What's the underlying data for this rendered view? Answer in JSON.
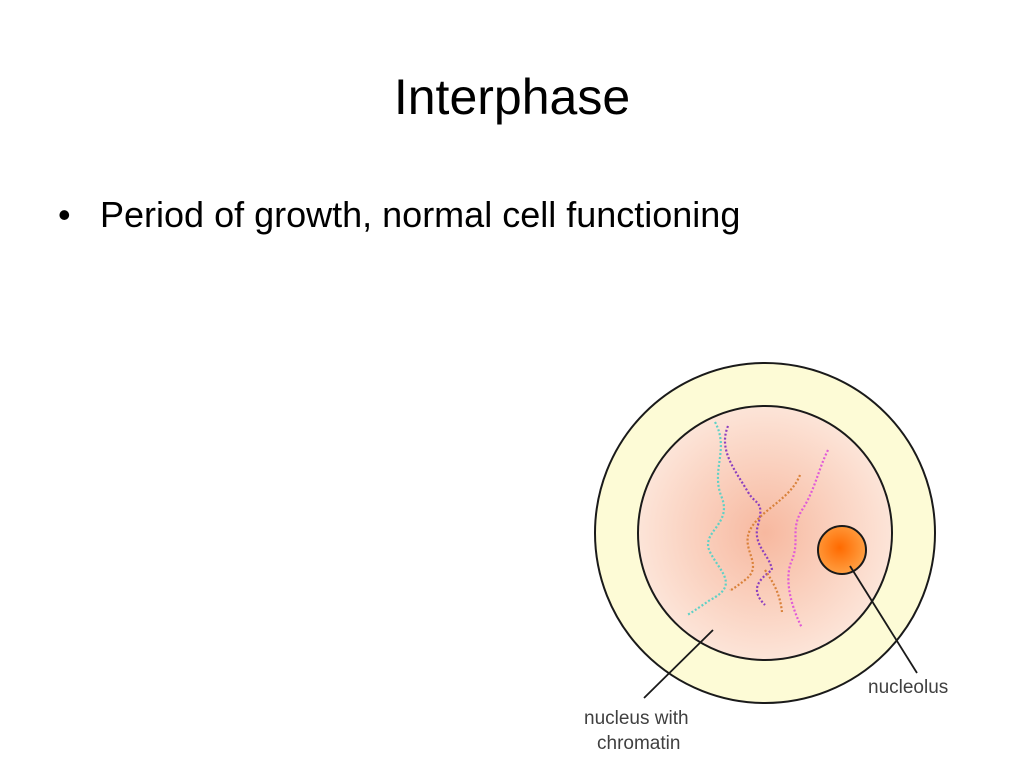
{
  "slide": {
    "title": "Interphase",
    "bullets": [
      "Period of growth, normal cell functioning"
    ]
  },
  "diagram": {
    "labels": {
      "nucleolus": "nucleolus",
      "nucleus_line1": "nucleus with",
      "nucleus_line2": "chromatin"
    },
    "colors": {
      "cytoplasm": "#fdfbd6",
      "nucleus_center": "#f7b89f",
      "nucleus_edge": "#fde9de",
      "nucleolus": "#ff7a10",
      "chromatin_teal": "#5ed1c6",
      "chromatin_purple": "#8c3fbf",
      "chromatin_orange": "#d9813a",
      "chromatin_magenta": "#e05ad8",
      "outline": "#1a1a1a"
    }
  }
}
